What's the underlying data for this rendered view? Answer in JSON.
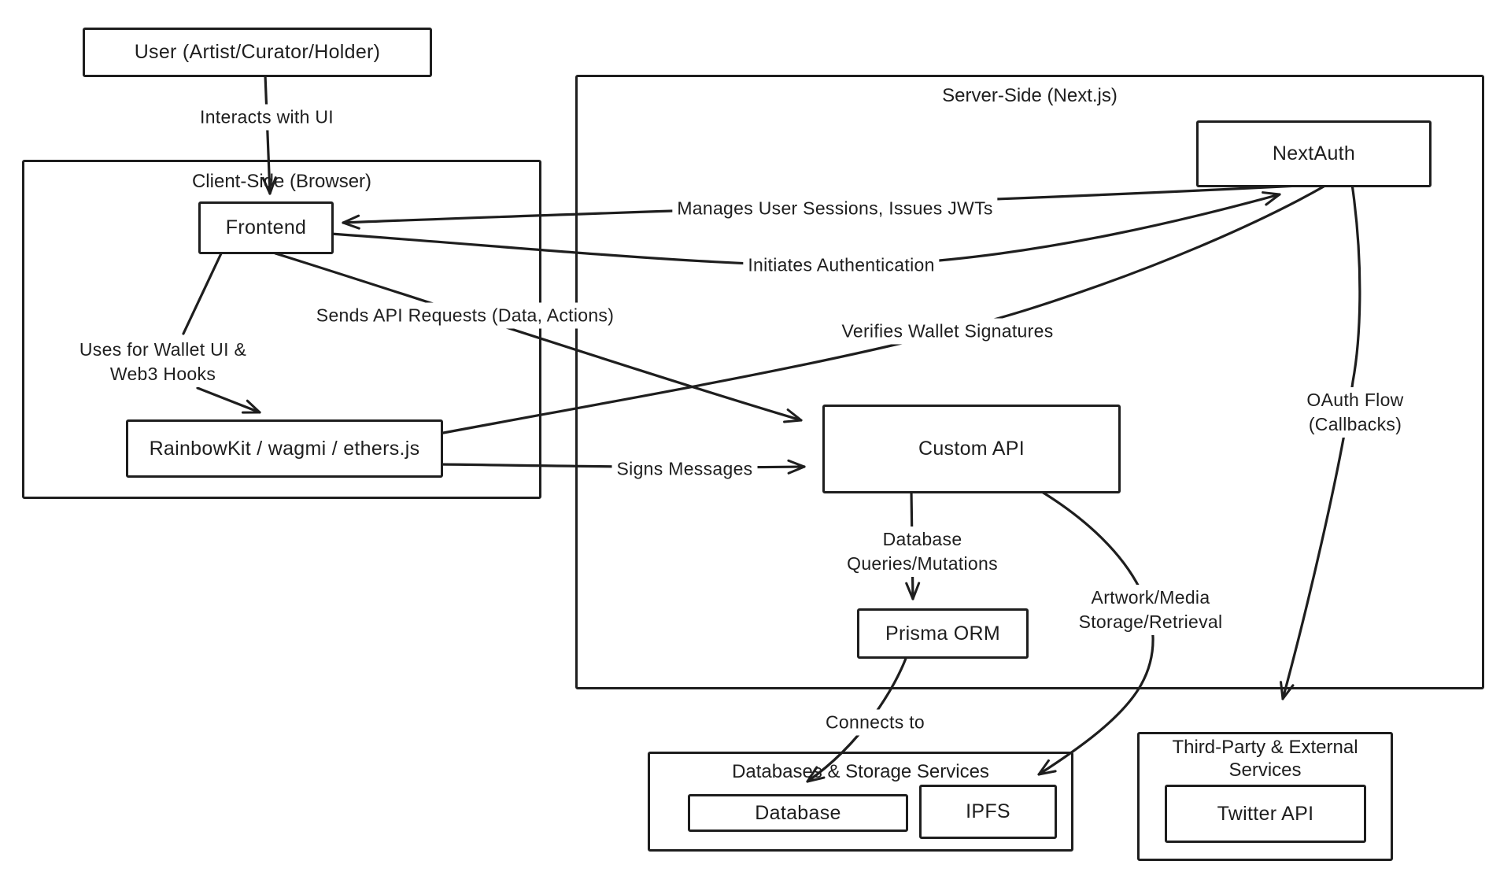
{
  "containers": {
    "client_side": {
      "title": "Client-Side (Browser)"
    },
    "server_side": {
      "title": "Server-Side (Next.js)"
    },
    "db_services": {
      "title": "Databases & Storage Services"
    },
    "third_party": {
      "title_line1": "Third-Party & External",
      "title_line2": "Services"
    }
  },
  "nodes": {
    "user": {
      "label": "User (Artist/Curator/Holder)"
    },
    "frontend": {
      "label": "Frontend"
    },
    "nextauth": {
      "label": "NextAuth"
    },
    "rainbowkit": {
      "label": "RainbowKit / wagmi / ethers.js"
    },
    "custom_api": {
      "label": "Custom API"
    },
    "prisma": {
      "label": "Prisma ORM"
    },
    "database": {
      "label": "Database"
    },
    "ipfs": {
      "label": "IPFS"
    },
    "twitter": {
      "label": "Twitter API"
    }
  },
  "edge_labels": {
    "interacts": "Interacts with UI",
    "manages": "Manages User Sessions, Issues JWTs",
    "initiates": "Initiates Authentication",
    "sends": "Sends API Requests (Data, Actions)",
    "verifies": "Verifies Wallet Signatures",
    "uses_line1": "Uses for Wallet UI &",
    "uses_line2": "Web3 Hooks",
    "signs": "Signs Messages",
    "db_queries_line1": "Database",
    "db_queries_line2": "Queries/Mutations",
    "artwork_line1": "Artwork/Media",
    "artwork_line2": "Storage/Retrieval",
    "oauth_line1": "OAuth Flow",
    "oauth_line2": "(Callbacks)",
    "connects": "Connects to"
  },
  "colors": {
    "stroke": "#1e1e1e",
    "background": "#ffffff"
  }
}
